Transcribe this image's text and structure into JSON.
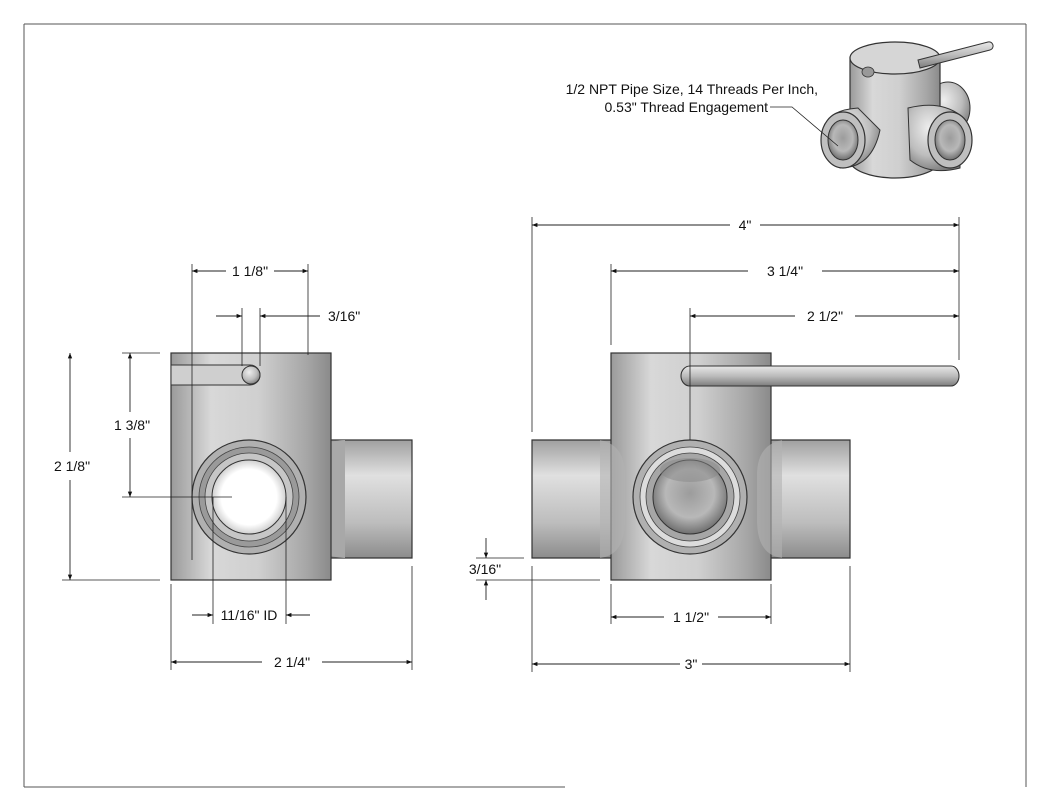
{
  "note": {
    "line1": "1/2 NPT Pipe Size, 14 Threads Per Inch,",
    "line2": "0.53\" Thread Engagement"
  },
  "front_view": {
    "dim_width_top": "1 1/8\"",
    "dim_slot": "3/16\"",
    "dim_center_height": "1 3/8\"",
    "dim_total_height": "2 1/8\"",
    "dim_inner_diameter": "11/16\" ID",
    "dim_total_width": "2 1/4\""
  },
  "side_view": {
    "dim_overall_top": "4\"",
    "dim_handle_span": "3 1/4\"",
    "dim_handle_from_center": "2 1/2\"",
    "dim_offset": "3/16\"",
    "dim_body_width": "1 1/2\"",
    "dim_total_width": "3\""
  },
  "colors": {
    "body": "#c8c8c8",
    "shade": "#8e8e8e",
    "highlight": "#efefef"
  }
}
